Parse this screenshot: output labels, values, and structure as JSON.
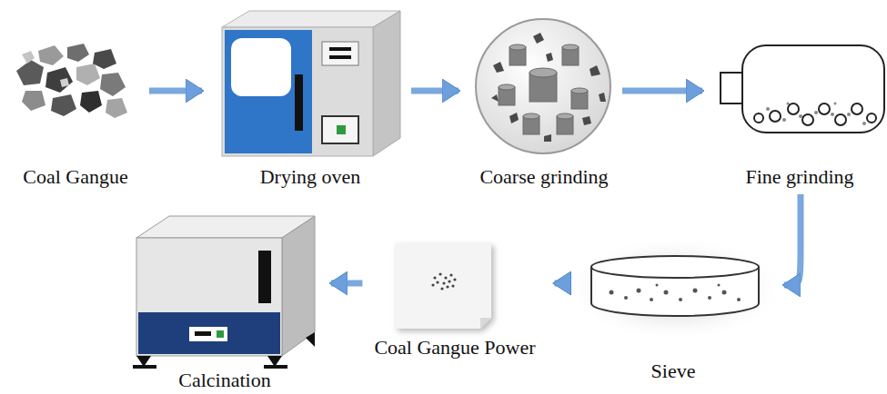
{
  "diagram": {
    "nodes": [
      {
        "text": [
          "Coal Gangue"
        ]
      },
      {
        "text": [
          "Drying oven"
        ]
      },
      {
        "text": [
          "Coarse grinding"
        ]
      },
      {
        "text": [
          "Fine grinding"
        ]
      },
      {
        "text": [
          "Sieve"
        ]
      },
      {
        "text": [
          "Coal Gangue Power"
        ]
      },
      {
        "text": [
          "Calcination"
        ]
      }
    ],
    "edges": [
      {
        "from": 0,
        "to": 1,
        "arrow": "to"
      },
      {
        "from": 1,
        "to": 2,
        "arrow": "to"
      },
      {
        "from": 2,
        "to": 3,
        "arrow": "to"
      },
      {
        "from": 3,
        "to": 4,
        "arrow": "to"
      },
      {
        "from": 4,
        "to": 5,
        "arrow": "to"
      },
      {
        "from": 5,
        "to": 6,
        "arrow": "to"
      }
    ]
  }
}
